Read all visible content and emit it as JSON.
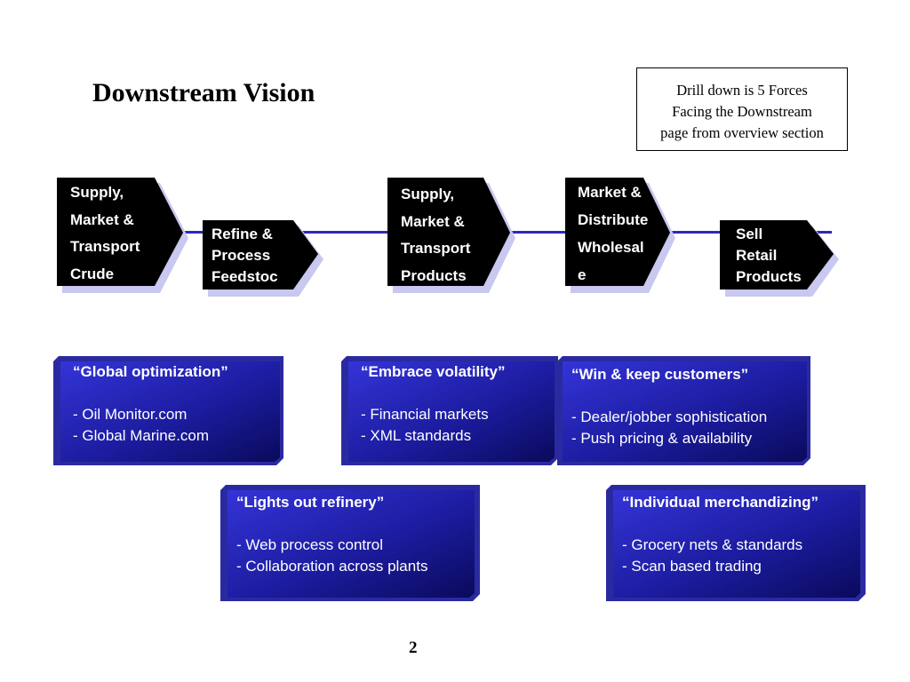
{
  "title": "Downstream Vision",
  "note": {
    "lines": [
      "Drill down is 5 Forces",
      "Facing the Downstream",
      "page from overview section"
    ]
  },
  "chevrons": [
    {
      "lines": [
        "Supply,",
        "Market &",
        "Transport",
        "Crude"
      ]
    },
    {
      "lines": [
        "Refine &",
        "Process",
        "Feedstoc"
      ]
    },
    {
      "lines": [
        "Supply,",
        "Market &",
        "Transport",
        "Products"
      ]
    },
    {
      "lines": [
        "Market &",
        "Distribute",
        "Wholesal",
        "e"
      ]
    },
    {
      "lines": [
        "Sell",
        "Retail",
        "Products"
      ]
    }
  ],
  "boxes": [
    {
      "heading": "“Global optimization”",
      "items": [
        "- Oil Monitor.com",
        "- Global Marine.com"
      ]
    },
    {
      "heading": "“Embrace volatility”",
      "items": [
        "- Financial markets",
        "- XML standards"
      ]
    },
    {
      "heading": "“Win & keep customers”",
      "items": [
        "- Dealer/jobber sophistication",
        "- Push pricing & availability"
      ]
    },
    {
      "heading": "“Lights out refinery”",
      "items": [
        "- Web process control",
        "- Collaboration across plants"
      ]
    },
    {
      "heading": "“Individual merchandizing”",
      "items": [
        "- Grocery nets & standards",
        "- Scan based trading"
      ]
    }
  ],
  "page_number": "2",
  "colors": {
    "chevron_fill": "#000000",
    "chevron_shadow": "#c8c8f0",
    "flow_line": "#2a2ab8",
    "box_gradient_light": "#2a2acc",
    "box_gradient_dark": "#0c0c66",
    "box_bevel": "#3333aa"
  }
}
